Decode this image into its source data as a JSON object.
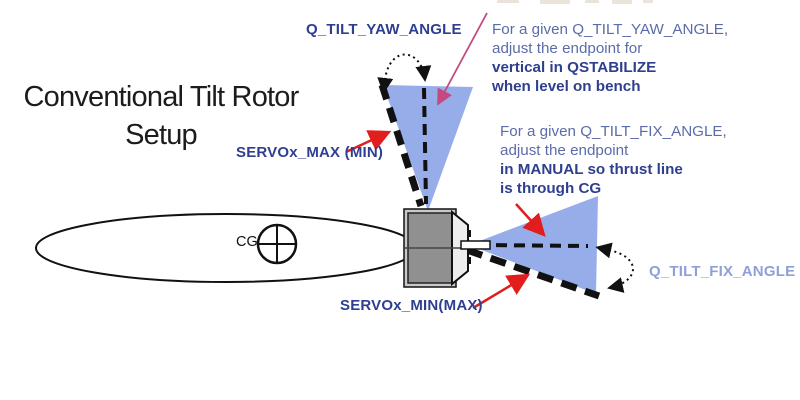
{
  "title": {
    "line1": "Conventional Tilt Rotor",
    "line2": "Setup"
  },
  "labels": {
    "yaw_angle": "Q_TILT_YAW_ANGLE",
    "servo_max": "SERVOx_MAX (MIN)",
    "servo_min": "SERVOx_MIN(MAX)",
    "fix_angle": "Q_TILT_FIX_ANGLE",
    "cg": "CG"
  },
  "notes": {
    "yaw": {
      "lines": [
        "For a given Q_TILT_YAW_ANGLE,",
        "adjust the endpoint for",
        "vertical in QSTABILIZE",
        "when level on bench"
      ]
    },
    "fix": {
      "lines": [
        "For a given Q_TILT_FIX_ANGLE,",
        "adjust the endpoint",
        "in MANUAL so thrust line",
        "is through CG"
      ]
    }
  },
  "colors": {
    "fan_blue": "#97ade9",
    "label_navy": "#2f3f90",
    "note_muted": "#5b6ca8",
    "note_strong": "#2e3f8e",
    "fix_label_blue": "#8fa0d8",
    "red_arrow": "#e11d1d",
    "pink_arrow": "#c14a80",
    "box_gray": "#909090",
    "box_rim_gray": "#c9c9c9",
    "nose_gray": "#ededed",
    "stroke_black": "#111111",
    "title_black": "#1c1c1c"
  }
}
